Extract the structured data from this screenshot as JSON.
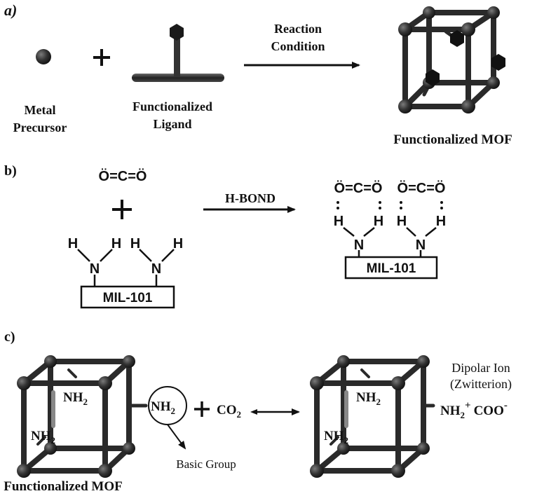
{
  "panel_a": {
    "label": "a)",
    "metal_precursor": [
      "Metal",
      "Precursor"
    ],
    "functionalized_ligand": [
      "Functionalized",
      "Ligand"
    ],
    "arrow_label": [
      "Reaction",
      "Condition"
    ],
    "product": "Functionalized MOF"
  },
  "panel_b": {
    "label": "b)",
    "co2": "Ö=C=Ö",
    "arrow_label": "H-BOND",
    "box_label": "MIL-101",
    "atom_h": "H",
    "atom_n": "N"
  },
  "panel_c": {
    "label": "c)",
    "nh2": "NH",
    "sub2": "2",
    "co2": "CO",
    "basic_group": "Basic Group",
    "dipolar": [
      "Dipolar Ion",
      "(Zwitterion)"
    ],
    "zwitterion": {
      "nh": "NH",
      "plus": "+",
      "coo": "COO",
      "minus": "-"
    },
    "left_caption": "Functionalized MOF"
  },
  "colors": {
    "ink": "#111111",
    "metal": "#2c2c2c",
    "rod": "#333333"
  }
}
